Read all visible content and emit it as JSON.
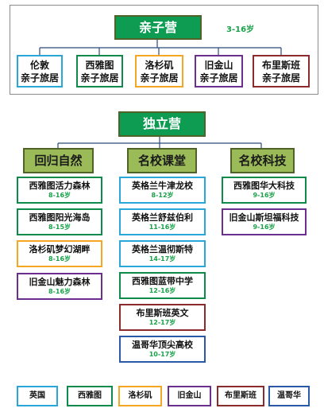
{
  "family_camp": {
    "title": "亲子营",
    "age": "3-16岁",
    "cards": [
      {
        "line1": "伦敦",
        "line2": "亲子旅居",
        "city": "uk"
      },
      {
        "line1": "西雅图",
        "line2": "亲子旅居",
        "city": "sea"
      },
      {
        "line1": "洛杉矶",
        "line2": "亲子旅居",
        "city": "la"
      },
      {
        "line1": "旧金山",
        "line2": "亲子旅居",
        "city": "sf"
      },
      {
        "line1": "布里斯班",
        "line2": "亲子旅居",
        "city": "bri"
      }
    ]
  },
  "independent_camp": {
    "title": "独立营",
    "categories": [
      {
        "label": "回归自然",
        "cards": [
          {
            "name": "西雅图活力森林",
            "age": "8-16岁",
            "city": "sea"
          },
          {
            "name": "西雅图阳光海岛",
            "age": "8-15岁",
            "city": "sea"
          },
          {
            "name": "洛杉矶梦幻湖畔",
            "age": "8-16岁",
            "city": "la"
          },
          {
            "name": "旧金山魅力森林",
            "age": "8-16岁",
            "city": "sf"
          }
        ]
      },
      {
        "label": "名校课堂",
        "cards": [
          {
            "name": "英格兰牛津龙校",
            "age": "8-12岁",
            "city": "uk"
          },
          {
            "name": "英格兰舒兹伯利",
            "age": "11-16岁",
            "city": "uk"
          },
          {
            "name": "英格兰温彻斯特",
            "age": "14-17岁",
            "city": "uk"
          },
          {
            "name": "西雅图蓝带中学",
            "age": "12-16岁",
            "city": "sea"
          },
          {
            "name": "布里斯班英文",
            "age": "12-17岁",
            "city": "bri"
          },
          {
            "name": "温哥华顶尖高校",
            "age": "10-17岁",
            "city": "van"
          }
        ]
      },
      {
        "label": "名校科技",
        "cards": [
          {
            "name": "西雅图华大科技",
            "age": "9-16岁",
            "city": "sea"
          },
          {
            "name": "旧金山斯坦福科技",
            "age": "9-16岁",
            "city": "sf"
          }
        ]
      }
    ]
  },
  "legend": [
    {
      "label": "英国",
      "city": "uk"
    },
    {
      "label": "西雅图",
      "city": "sea"
    },
    {
      "label": "洛杉矶",
      "city": "la"
    },
    {
      "label": "旧金山",
      "city": "sf"
    },
    {
      "label": "布里斯班",
      "city": "bri"
    },
    {
      "label": "温哥华",
      "city": "van"
    }
  ],
  "colors": {
    "header_green": "#0d9c52",
    "category_green": "#9bbb59",
    "age_text": "#19a24a",
    "uk": "#2aa7d9",
    "sea": "#0e8a4a",
    "la": "#f5a623",
    "sf": "#6b2f8f",
    "bri": "#8b2b2b",
    "van": "#2a5aa7"
  }
}
